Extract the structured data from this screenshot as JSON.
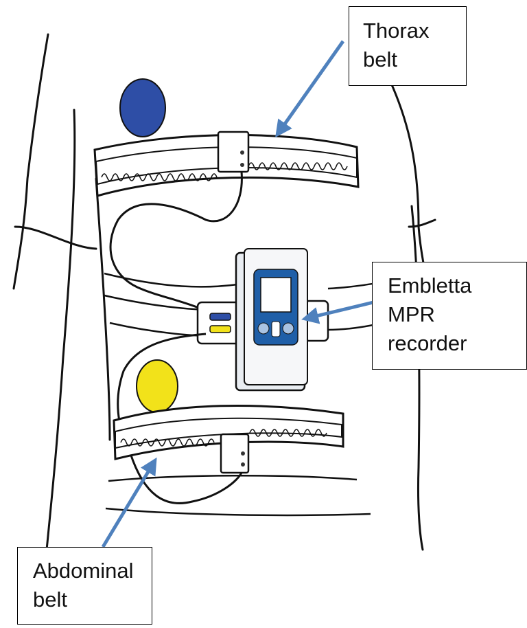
{
  "labels": {
    "thorax": [
      "Thorax",
      "belt"
    ],
    "recorder": [
      "Embletta",
      "MPR",
      "recorder"
    ],
    "abdominal": [
      "Abdominal",
      "belt"
    ]
  },
  "colors": {
    "arrow": "#4f81bd",
    "blue_electrode": "#2e4ea6",
    "yellow_electrode": "#f2e21a",
    "device_screen_frame": "#1f5fa8",
    "line": "#111111"
  }
}
